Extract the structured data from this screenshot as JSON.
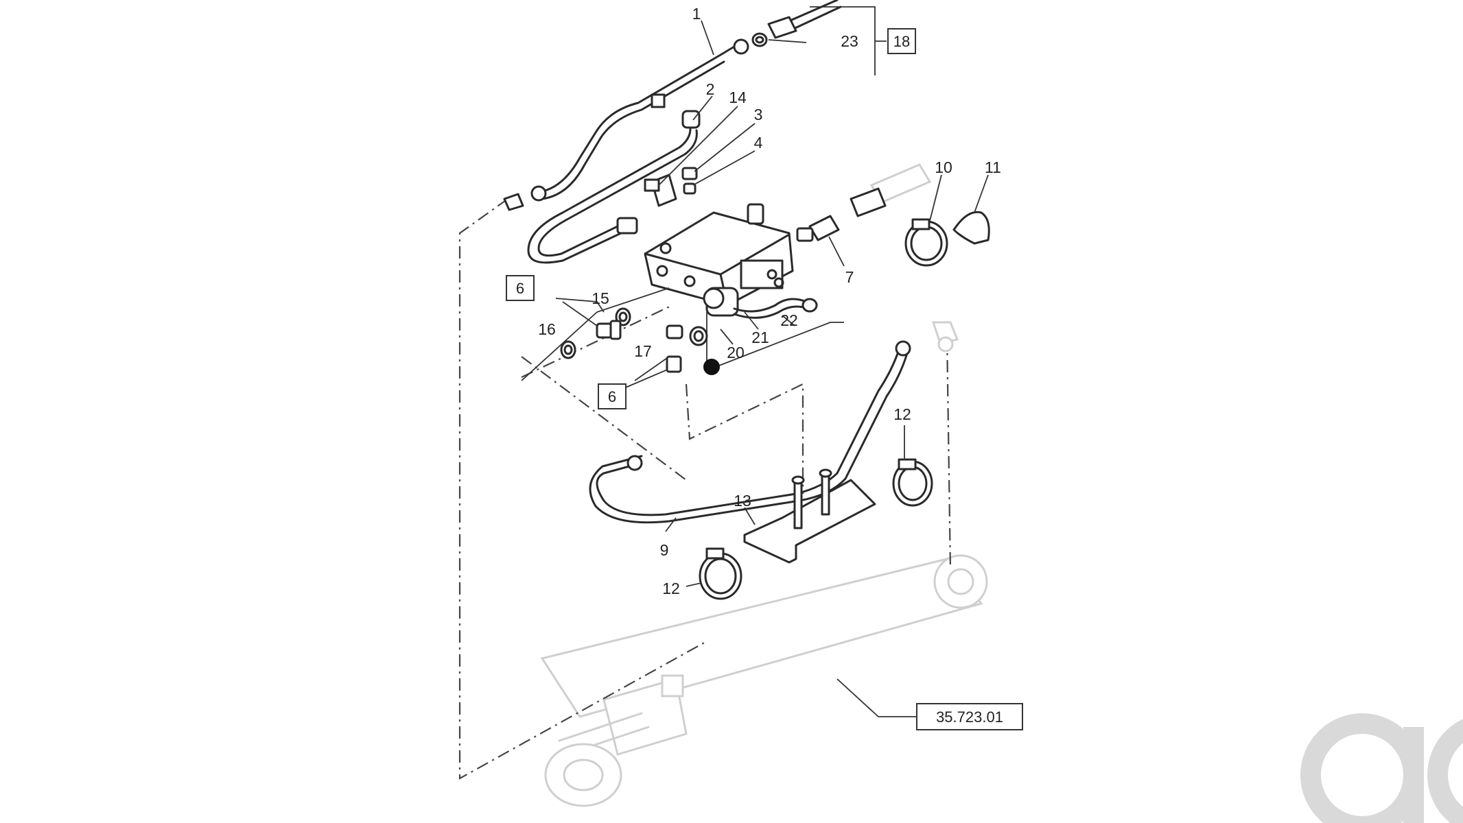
{
  "diagram": {
    "callouts": {
      "c1": "1",
      "c2": "2",
      "c3": "3",
      "c4": "4",
      "c7": "7",
      "c9": "9",
      "c10": "10",
      "c11": "11",
      "c12a": "12",
      "c12b": "12",
      "c13": "13",
      "c14": "14",
      "c15": "15",
      "c16": "16",
      "c17": "17",
      "c20": "20",
      "c21": "21",
      "c22": "22",
      "c23": "23"
    },
    "references": {
      "ref18": "18",
      "ref6a": "6",
      "ref6b": "6",
      "ref_cylinder": "35.723.01"
    }
  },
  "watermark": {
    "icon": "ao-logo-watermark",
    "color": "#d9d9d9"
  }
}
